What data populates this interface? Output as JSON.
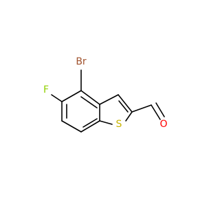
{
  "molecule": {
    "atoms": {
      "br": {
        "symbol": "Br",
        "color": "#a0522d"
      },
      "f": {
        "symbol": "F",
        "color": "#90d000"
      },
      "s": {
        "symbol": "S",
        "color": "#c8b400"
      },
      "o": {
        "symbol": "O",
        "color": "#ff0000"
      }
    },
    "bond_color": "#000000",
    "background": "#ffffff"
  }
}
